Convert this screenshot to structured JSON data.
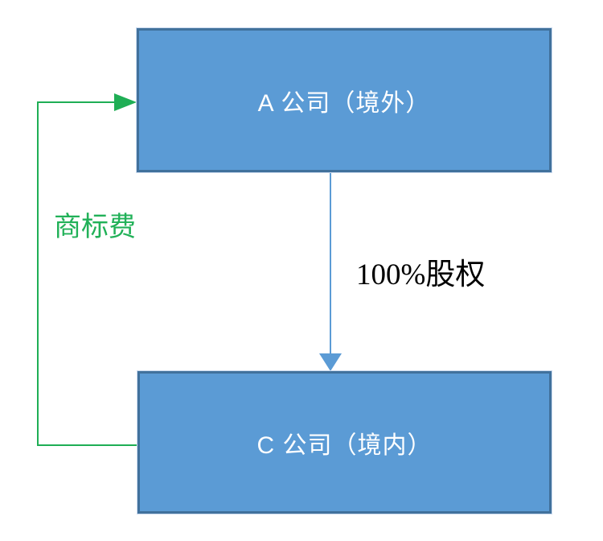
{
  "diagram": {
    "type": "flow-diagram",
    "nodes": [
      {
        "id": "company-a",
        "label": "A 公司（境外）"
      },
      {
        "id": "company-c",
        "label": "C 公司（境内）"
      }
    ],
    "edges": [
      {
        "id": "equity",
        "from": "company-a",
        "to": "company-c",
        "label": "100%股权",
        "direction": "down"
      },
      {
        "id": "trademark-fee",
        "from": "company-c",
        "to": "company-a",
        "label": "商标费",
        "direction": "up-left-around"
      }
    ],
    "colors": {
      "node_fill": "#5b9bd5",
      "node_border": "#41719c",
      "node_text": "#ffffff",
      "equity_arrow": "#5b9bd5",
      "equity_label_text": "#000000",
      "fee_arrow": "#1fae55",
      "fee_label_text": "#21b158",
      "background": "#ffffff"
    }
  }
}
